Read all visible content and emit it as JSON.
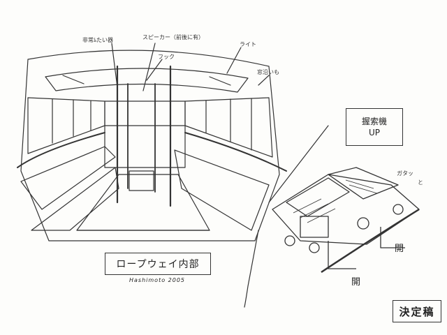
{
  "annotations": {
    "emergency_stop": "非常ﾑたい器",
    "speaker": "スピーカー（前後に有）",
    "hook": "フック",
    "light": "ライト",
    "window_note": "窓沿いも",
    "top_right": "ガタッ",
    "small_note": "と"
  },
  "title_box": "ロープウェイ内部",
  "signature": "Hashimoto 2005",
  "grip_box": {
    "line1": "握索機",
    "line2": "UP"
  },
  "open_labels": [
    "開",
    "開"
  ],
  "stamp": "決定稿"
}
